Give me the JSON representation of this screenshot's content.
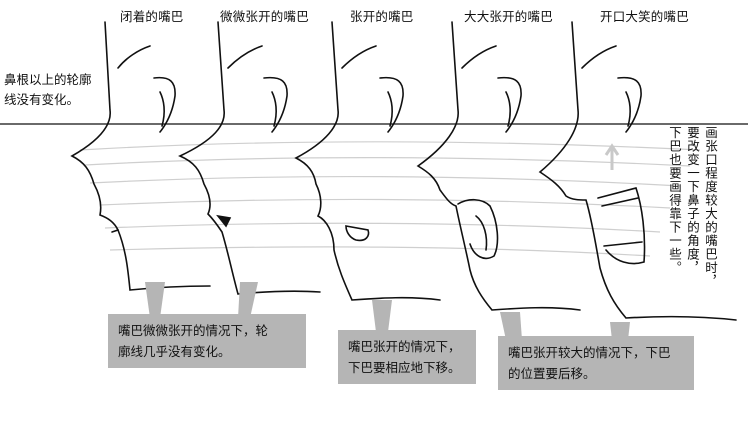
{
  "titles": [
    "闭着的嘴巴",
    "微微张开的嘴巴",
    "张开的嘴巴",
    "大大张开的嘴巴",
    "开口大笑的嘴巴"
  ],
  "left_note": [
    "鼻根以上的轮廓",
    "线没有变化。"
  ],
  "right_note": [
    "画张口程度较大的嘴巴时，",
    "要改变一下鼻子的角度，",
    "下巴也要画得靠下一些。"
  ],
  "callouts": [
    [
      "嘴巴微微张开的情况下，轮",
      "廓线几乎没有变化。"
    ],
    [
      "嘴巴张开的情况下，",
      "下巴要相应地下移。"
    ],
    [
      "嘴巴张开较大的情况下，下巴",
      "的位置要后移。"
    ]
  ]
}
